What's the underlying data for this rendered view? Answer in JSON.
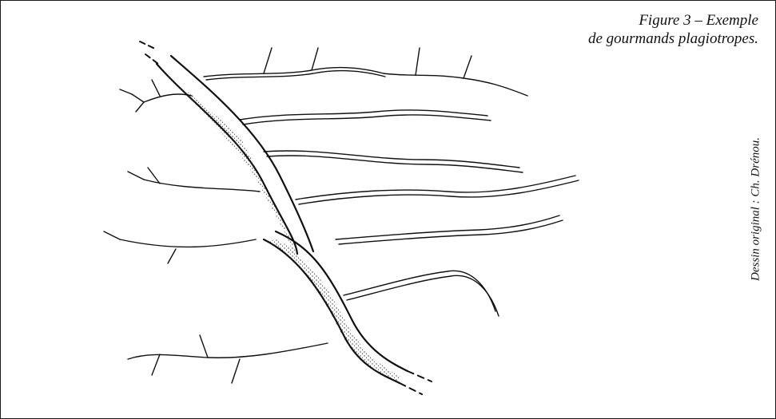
{
  "figure": {
    "caption_line1": "Figure 3 – Exemple",
    "caption_line2": "de gourmands plagiotropes.",
    "credit": "Dessin original : Ch. Drénou."
  },
  "colors": {
    "ink": "#111111",
    "stipple": "#333333",
    "background": "#ffffff"
  }
}
